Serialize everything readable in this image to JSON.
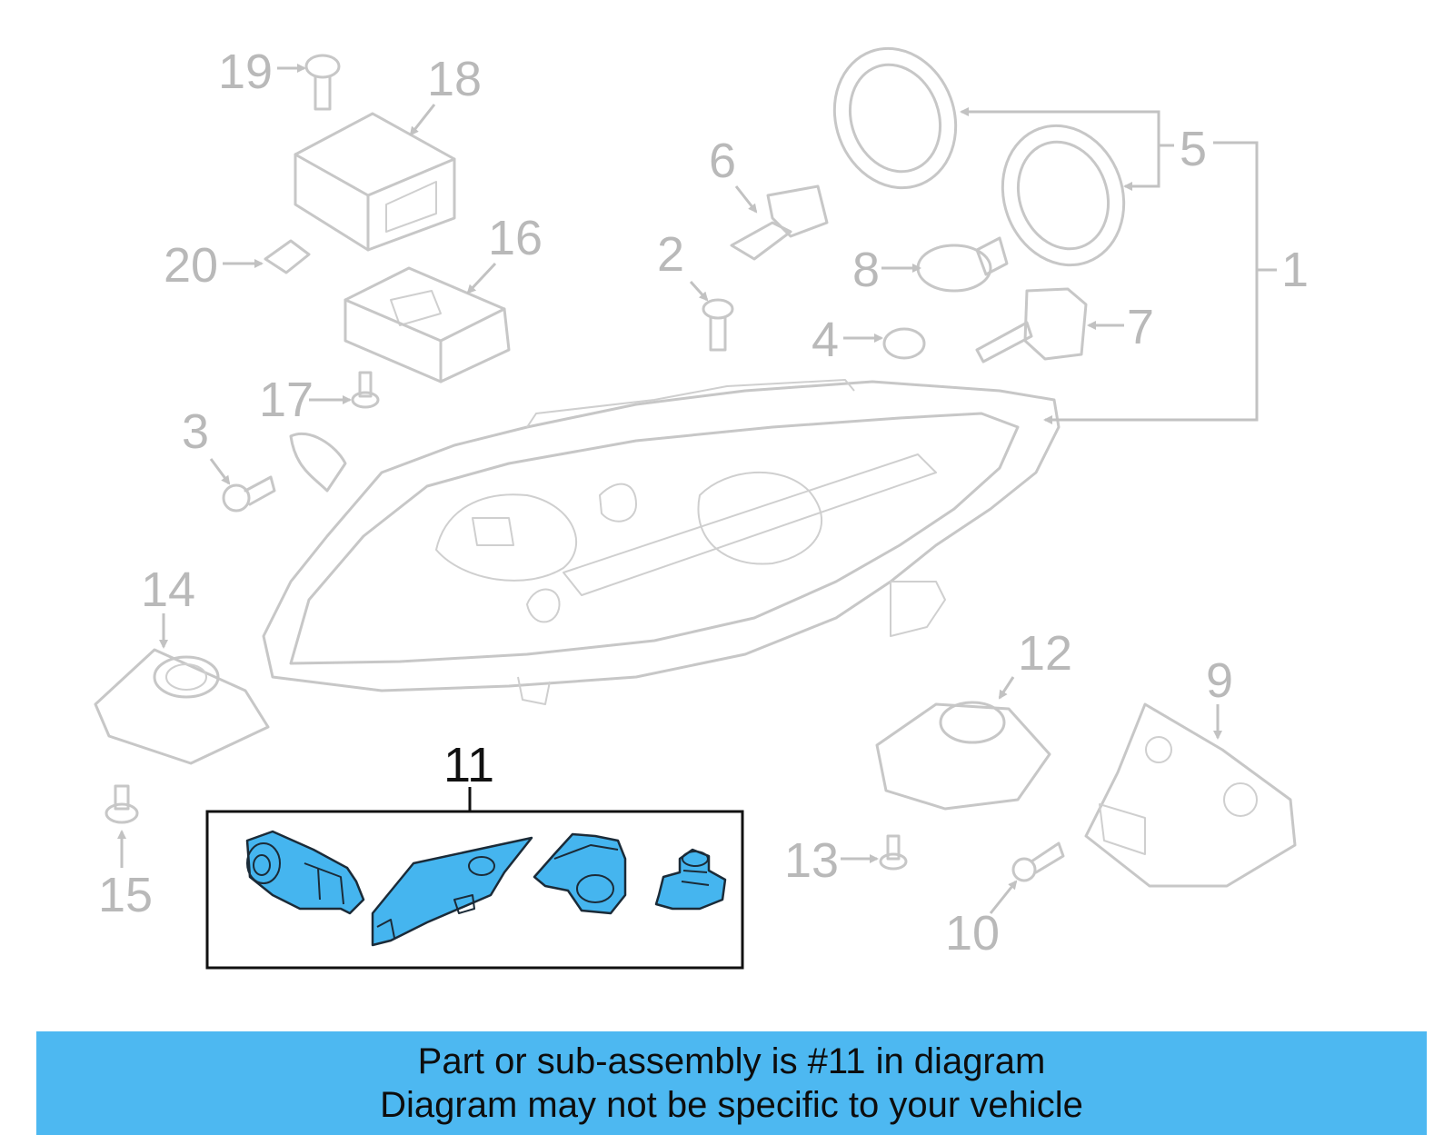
{
  "colors": {
    "highlight_fill": "#45b5ef",
    "banner_bg": "#4db8f1",
    "ghost_line": "#c7c7c7",
    "callout_grey": "#b9b9b9",
    "callout_dark": "#111111"
  },
  "callouts": {
    "c1": "1",
    "c2": "2",
    "c3": "3",
    "c4": "4",
    "c5": "5",
    "c6": "6",
    "c7": "7",
    "c8": "8",
    "c9": "9",
    "c10": "10",
    "c11": "11",
    "c12": "12",
    "c13": "13",
    "c14": "14",
    "c15": "15",
    "c16": "16",
    "c17": "17",
    "c18": "18",
    "c19": "19",
    "c20": "20"
  },
  "banner": {
    "line1": "Part or sub-assembly is #11 in diagram",
    "line2": "Diagram may not be specific to your vehicle"
  }
}
